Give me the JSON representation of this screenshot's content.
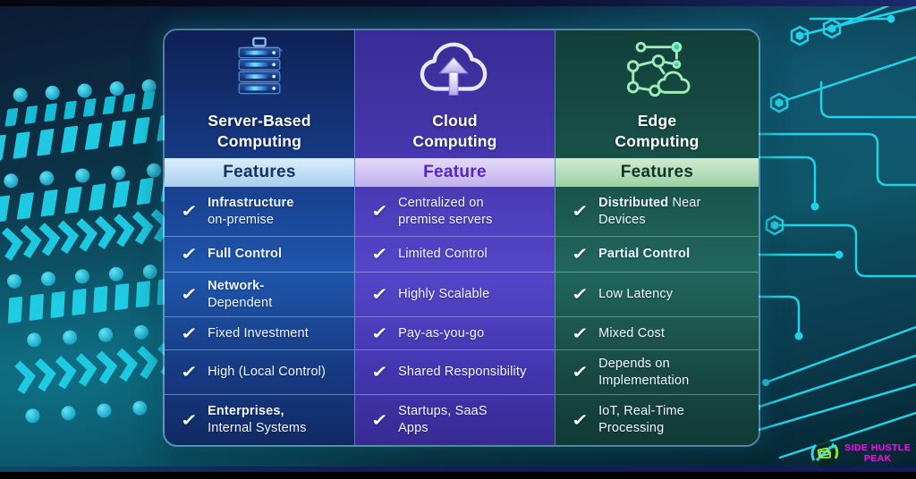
{
  "icons": {
    "check": "✓"
  },
  "watermark": {
    "line1": "SIDE HUSTLE",
    "line2": "PEAK"
  },
  "colors": {
    "circuit_cyan": "#1ed2e8",
    "card_border_glow": "#9fd8ff",
    "checkmark": "#ffffff",
    "watermark_text": "#e318c6",
    "server_panel": "#1f56ac",
    "server_band_bg": "#bcd9f2",
    "server_band_text": "#13306b",
    "cloud_panel": "#5546c9",
    "cloud_band_bg": "#d4c6f4",
    "cloud_band_text": "#5526c2",
    "edge_panel": "#21665d",
    "edge_band_bg": "#b4dcba",
    "edge_band_text": "#0f3526"
  },
  "columns": [
    {
      "key": "server-based",
      "title_line1": "Server-Based",
      "title_line2": "Computing",
      "features_label": "Features",
      "icon": "server-stack-icon",
      "rows": [
        {
          "bold": "Infrastructure",
          "rest": "\non-premise"
        },
        {
          "bold": "Full Control",
          "rest": ""
        },
        {
          "bold": "Network-",
          "rest": "\nDependent"
        },
        {
          "bold": "",
          "rest": "Fixed Investment"
        },
        {
          "bold": "",
          "rest": "High (Local Control)"
        },
        {
          "bold": "Enterprises,",
          "rest": "\nInternal Systems"
        }
      ]
    },
    {
      "key": "cloud",
      "title_line1": "Cloud",
      "title_line2": "Computing",
      "features_label": "Feature",
      "icon": "cloud-upload-icon",
      "rows": [
        {
          "bold": "",
          "rest": "Centralized on\npremise servers"
        },
        {
          "bold": "",
          "rest": "Limited Control"
        },
        {
          "bold": "",
          "rest": "Highly Scalable"
        },
        {
          "bold": "",
          "rest": "Pay-as-you-go"
        },
        {
          "bold": "",
          "rest": "Shared Responsibility"
        },
        {
          "bold": "",
          "rest": "Startups, SaaS\nApps"
        }
      ]
    },
    {
      "key": "edge",
      "title_line1": "Edge",
      "title_line2": "Computing",
      "features_label": "Features",
      "icon": "edge-network-icon",
      "rows": [
        {
          "bold": "Distributed",
          "rest": " Near\nDevices"
        },
        {
          "bold": "Partial Control",
          "rest": ""
        },
        {
          "bold": "",
          "rest": "Low Latency"
        },
        {
          "bold": "",
          "rest": "Mixed Cost"
        },
        {
          "bold": "",
          "rest": "Depends on\nImplementation"
        },
        {
          "bold": "",
          "rest": "IoT, Real-Time\nProcessing"
        }
      ]
    }
  ]
}
